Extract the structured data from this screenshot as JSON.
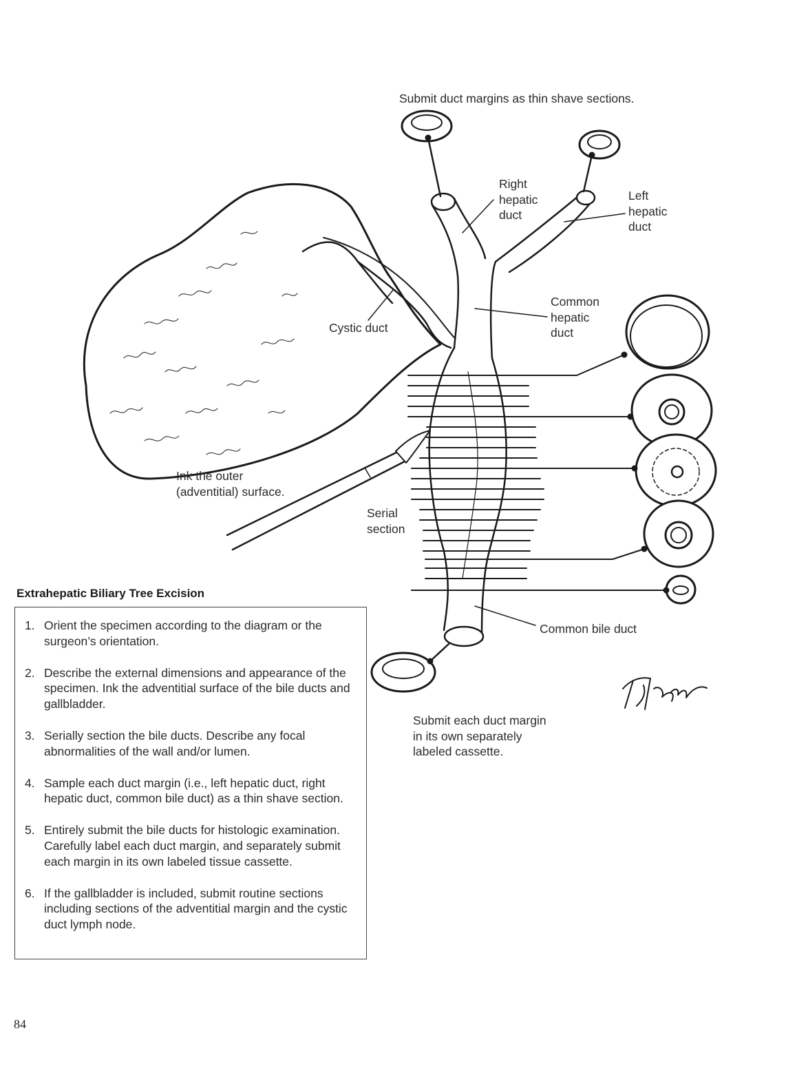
{
  "labels": {
    "submit_shave": "Submit duct margins as thin shave sections.",
    "right_hepatic": "Right\nhepatic\nduct",
    "left_hepatic": "Left\nhepatic\nduct",
    "common_hepatic": "Common\nhepatic\nduct",
    "cystic_duct": "Cystic duct",
    "ink": "Ink the outer\n(adventitial) surface.",
    "serial": "Serial\nsection",
    "common_bile": "Common bile duct",
    "submit_each": "Submit each duct margin\nin its own separately\nlabeled cassette."
  },
  "box": {
    "title": "Extrahepatic Biliary Tree Excision",
    "steps": [
      {
        "num": "1.",
        "text": "Orient the specimen according to the diagram or the surgeon’s orientation."
      },
      {
        "num": "2.",
        "text": "Describe the external dimensions and appearance of the specimen. Ink the adventitial surface of the bile ducts and gallbladder."
      },
      {
        "num": "3.",
        "text": "Serially section the bile ducts. Describe any focal abnormalities of the wall and/or lumen."
      },
      {
        "num": "4.",
        "text": "Sample each duct margin (i.e., left hepatic duct, right hepatic duct, common bile duct) as a thin shave section."
      },
      {
        "num": "5.",
        "text": "Entirely submit the bile ducts for histologic examination. Carefully label each duct margin, and separately submit each margin in its own labeled tissue cassette."
      },
      {
        "num": "6.",
        "text": "If the gallbladder is included, submit routine sections including sections of the adventitial margin and the cystic duct lymph node."
      }
    ]
  },
  "page_number": "84",
  "colors": {
    "ink": "#1a1a1a",
    "text": "#2a2a2a"
  }
}
